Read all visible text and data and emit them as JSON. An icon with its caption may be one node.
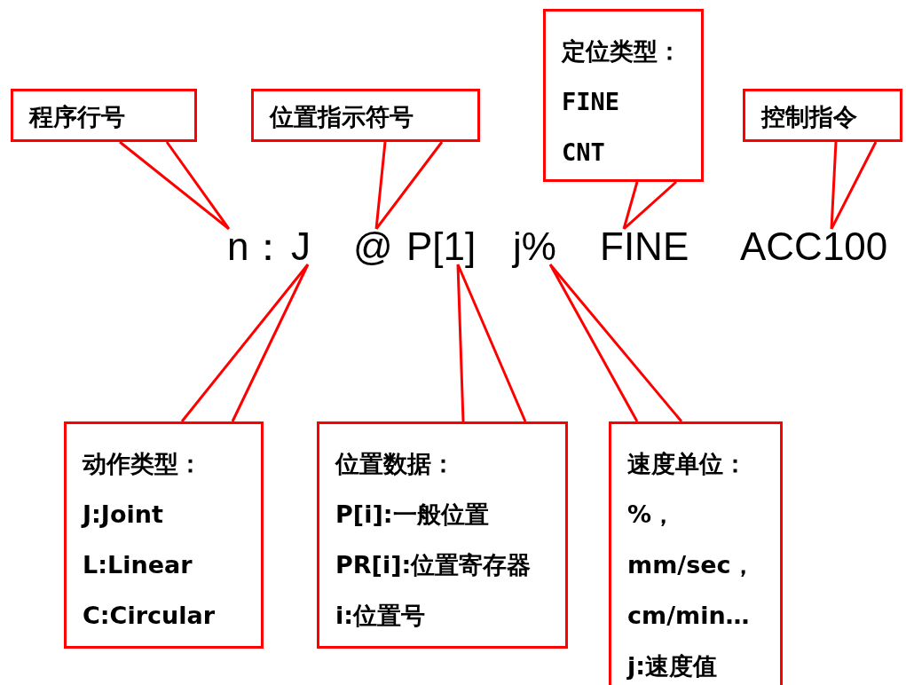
{
  "diagram": {
    "nodes": [
      {
        "text": [
          "程序行号"
        ]
      },
      {
        "text": [
          "位置指示符号"
        ]
      },
      {
        "text": [
          "定位类型：",
          "FINE",
          "CNT"
        ]
      },
      {
        "text": [
          "控制指令"
        ]
      },
      {
        "text": [
          "n："
        ]
      },
      {
        "text": [
          "J"
        ]
      },
      {
        "text": [
          "@"
        ]
      },
      {
        "text": [
          "P[1]"
        ]
      },
      {
        "text": [
          "j%"
        ]
      },
      {
        "text": [
          "FINE"
        ]
      },
      {
        "text": [
          "ACC100"
        ]
      },
      {
        "text": [
          "动作类型：",
          "J:Joint",
          "L:Linear",
          "C:Circular"
        ]
      },
      {
        "text": [
          "位置数据：",
          "P[i]:一般位置",
          "PR[i]:位置寄存器",
          "i:位置号"
        ]
      },
      {
        "text": [
          "速度单位：",
          "%，",
          "mm/sec，",
          "cm/min…",
          "j:速度值"
        ]
      }
    ],
    "edges": [
      {
        "from": 0,
        "to": 4,
        "arrow": "none"
      },
      {
        "from": 1,
        "to": 6,
        "arrow": "none"
      },
      {
        "from": 2,
        "to": 9,
        "arrow": "none"
      },
      {
        "from": 3,
        "to": 10,
        "arrow": "none"
      },
      {
        "from": 11,
        "to": 5,
        "arrow": "none"
      },
      {
        "from": 12,
        "to": 7,
        "arrow": "none"
      },
      {
        "from": 13,
        "to": 8,
        "arrow": "none"
      }
    ]
  }
}
